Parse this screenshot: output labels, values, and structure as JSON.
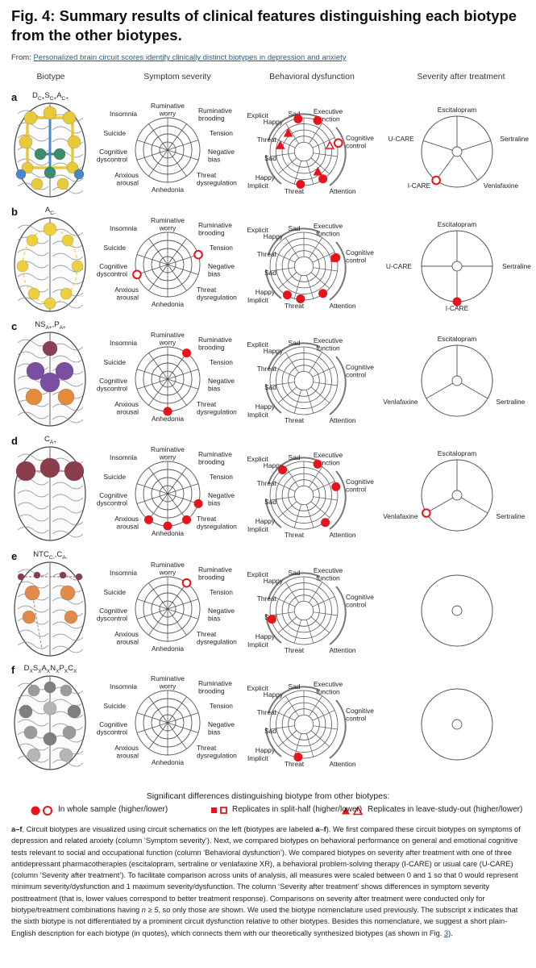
{
  "figure": {
    "title": "Fig. 4: Summary results of clinical features distinguishing each biotype from the other biotypes.",
    "from_prefix": "From: ",
    "from_link": "Personalized brain circuit scores identify clinically distinct biotypes in depression and anxiety"
  },
  "columns": [
    "Biotype",
    "Symptom severity",
    "Behavioral dysfunction",
    "Severity after treatment"
  ],
  "symptom_labels": {
    "ruminative_worry": [
      "Ruminative",
      "worry"
    ],
    "ruminative_brooding": [
      "Ruminative",
      "brooding"
    ],
    "tension": [
      "Tension"
    ],
    "negative_bias": [
      "Negative",
      "bias"
    ],
    "threat_dysregulation": [
      "Threat",
      "dysregulation"
    ],
    "anhedonia": [
      "Anhedonia"
    ],
    "anxious_arousal": [
      "Anxious",
      "arousal"
    ],
    "cognitive_dyscontrol": [
      "Cognitive",
      "dyscontrol"
    ],
    "suicide": [
      "Suicide"
    ],
    "insomnia": [
      "Insomnia"
    ]
  },
  "behavior_labels": {
    "explicit": "Explicit",
    "sad_top": "Sad",
    "executive": [
      "Executive",
      "function"
    ],
    "happy_top": "Happy",
    "threat_top": "Threat",
    "cognitive_control": [
      "Cognitive",
      "control"
    ],
    "sad_mid": "Sad",
    "happy_low": "Happy",
    "implicit": "Implicit",
    "threat_low": "Threat",
    "attention": "Attention"
  },
  "treatment_names": {
    "escitalopram": "Escitalopram",
    "sertraline": "Sertraline",
    "venlafaxine": "Venlafaxine",
    "icare": "I-CARE",
    "ucare": "U-CARE"
  },
  "rows": [
    {
      "letter": "a",
      "biotype": {
        "base": "D",
        "sub": "C+",
        "parts": [
          [
            "D",
            "C+"
          ],
          [
            "S",
            "C+"
          ],
          [
            "A",
            "C+"
          ]
        ]
      },
      "symptom_marks": [],
      "behavior_marks": [
        {
          "item": "sad_top",
          "shape": "circle",
          "fill": "filled"
        },
        {
          "item": "executive",
          "shape": "circle",
          "fill": "filled"
        },
        {
          "item": "happy_top",
          "shape": "triangle",
          "fill": "filled"
        },
        {
          "item": "cognitive_control",
          "shape": "circle",
          "fill": "open"
        },
        {
          "item": "threat_top",
          "shape": "triangle",
          "fill": "filled"
        },
        {
          "item": "cognitive_control",
          "shape": "triangle",
          "fill": "open"
        },
        {
          "item": "attention",
          "shape": "triangle",
          "fill": "filled"
        },
        {
          "item": "threat_low",
          "shape": "circle",
          "fill": "filled"
        },
        {
          "item": "attention",
          "shape": "circle",
          "fill": "filled"
        }
      ],
      "treatments": [
        "Escitalopram",
        "Sertraline",
        "Venlafaxine",
        "I-CARE",
        "U-CARE"
      ],
      "treatment_marks": [
        {
          "item": "I-CARE",
          "fill": "open"
        }
      ]
    },
    {
      "letter": "b",
      "biotype": {
        "parts": [
          [
            "A",
            "C-"
          ]
        ]
      },
      "symptom_marks": [
        {
          "item": "tension",
          "fill": "open"
        },
        {
          "item": "cognitive_dyscontrol",
          "fill": "open"
        }
      ],
      "behavior_marks": [
        {
          "item": "cognitive_control",
          "shape": "circle",
          "fill": "filled"
        },
        {
          "item": "cognitive_control",
          "shape": "square",
          "fill": "filled"
        },
        {
          "item": "attention",
          "shape": "circle",
          "fill": "filled"
        },
        {
          "item": "threat_low",
          "shape": "circle",
          "fill": "filled"
        },
        {
          "item": "implicit",
          "shape": "circle",
          "fill": "filled"
        }
      ],
      "treatments": [
        "Escitalopram",
        "Sertraline",
        "I-CARE",
        "U-CARE"
      ],
      "treatment_marks": [
        {
          "item": "I-CARE",
          "fill": "filled"
        }
      ]
    },
    {
      "letter": "c",
      "biotype": {
        "parts": [
          [
            "NS",
            "A+"
          ],
          [
            "P",
            "A+"
          ]
        ]
      },
      "symptom_marks": [
        {
          "item": "ruminative_brooding",
          "fill": "filled"
        },
        {
          "item": "anhedonia",
          "fill": "filled"
        }
      ],
      "behavior_marks": [],
      "treatments": [
        "Escitalopram",
        "Sertraline",
        "Venlafaxine"
      ],
      "treatment_marks": []
    },
    {
      "letter": "d",
      "biotype": {
        "parts": [
          [
            "C",
            "A+"
          ]
        ]
      },
      "symptom_marks": [
        {
          "item": "negative_bias",
          "fill": "filled"
        },
        {
          "item": "threat_dysregulation",
          "fill": "filled"
        },
        {
          "item": "anhedonia",
          "fill": "filled"
        },
        {
          "item": "anxious_arousal",
          "fill": "filled"
        }
      ],
      "behavior_marks": [
        {
          "item": "happy_top",
          "shape": "circle",
          "fill": "filled"
        },
        {
          "item": "executive",
          "shape": "circle",
          "fill": "filled"
        },
        {
          "item": "cognitive_control",
          "shape": "circle",
          "fill": "filled"
        },
        {
          "item": "attention",
          "shape": "circle",
          "fill": "filled"
        }
      ],
      "treatments": [
        "Escitalopram",
        "Sertraline",
        "Venlafaxine"
      ],
      "treatment_marks": [
        {
          "item": "Venlafaxine",
          "fill": "open"
        }
      ]
    },
    {
      "letter": "e",
      "biotype": {
        "parts": [
          [
            "NTC",
            "C-"
          ],
          [
            "C",
            "A-"
          ]
        ]
      },
      "symptom_marks": [
        {
          "item": "ruminative_brooding",
          "fill": "open"
        }
      ],
      "behavior_marks": [
        {
          "item": "sad_mid",
          "shape": "circle",
          "fill": "filled"
        }
      ],
      "treatments": [],
      "treatment_marks": []
    },
    {
      "letter": "f",
      "biotype": {
        "parts": [
          [
            "D",
            "X"
          ],
          [
            "S",
            "X"
          ],
          [
            "A",
            "X"
          ],
          [
            "N",
            "X"
          ],
          [
            "P",
            "X"
          ],
          [
            "C",
            "X"
          ]
        ]
      },
      "symptom_marks": [],
      "behavior_marks": [
        {
          "item": "threat_low",
          "shape": "circle",
          "fill": "filled"
        }
      ],
      "treatments": [],
      "treatment_marks": []
    }
  ],
  "legend": {
    "title": "Significant differences distinguishing biotype from other biotypes:",
    "whole_sample": "In whole sample (higher/lower)",
    "split_half": "Replicates in split-half (higher/lower)",
    "leave_out": "Replicates in leave-study-out (higher/lower)"
  },
  "caption": {
    "lead": "a–f",
    "text1": ", Circuit biotypes are visualized using circuit schematics on the left (biotypes are labeled ",
    "lead2": "a",
    "dash": "–",
    "lead3": "f",
    "text2": "). We first compared these circuit biotypes on symptoms of depression and related anxiety (column ‘Symptom severity’). Next, we compared biotypes on behavioral performance on general and emotional cognitive tests relevant to social and occupational function (column ‘Behavioral dysfunction’). We compared biotypes on severity after treatment with one of three antidepressant pharmacotherapies (escitalopram, sertraline or venlafaxine XR), a behavioral problem-solving therapy (I-CARE) or usual care (U-CARE) (column ‘Severity after treatment’). To facilitate comparison across units of analysis, all measures were scaled between 0 and 1 so that 0 would represent minimum severity/dysfunction and 1 maximum severity/dysfunction. The column ‘Severity after treatment’ shows differences in symptom severity posttreatment (that is, lower values correspond to better treatment response). Comparisons on severity after treatment were conducted only for biotype/treatment combinations having ",
    "n_text": "n ≥ 5",
    "text3": ", so only those are shown. We used the biotype nomenclature used previously. The subscript x indicates that the sixth biotype is not differentiated by a prominent circuit dysfunction relative to other biotypes. Besides this nomenclature, we suggest a short plain-English description for each biotype (in quotes), which connects them with our theoretically synthesized biotypes (as shown in Fig. ",
    "fig_link": "3",
    "text4": ")."
  },
  "colors": {
    "accent": "#e8141c",
    "link": "#1a5c97",
    "wheel": "#555555"
  }
}
